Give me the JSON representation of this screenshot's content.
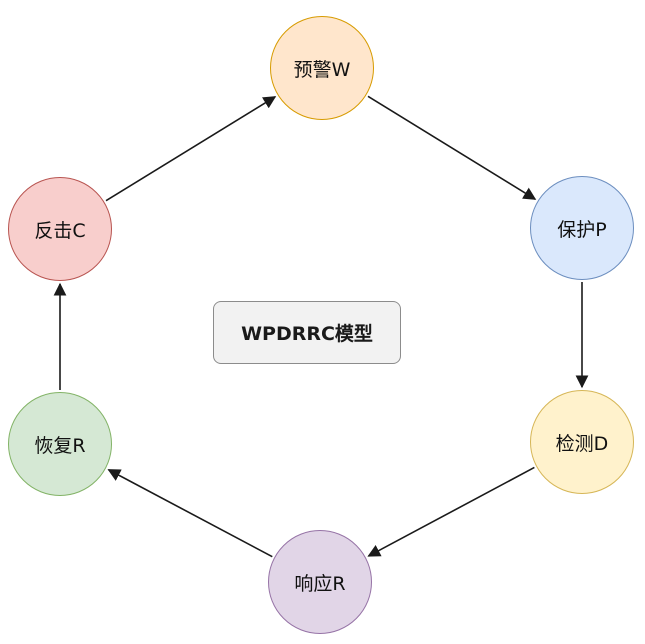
{
  "diagram": {
    "center_label": "WPDRRC模型",
    "nodes": [
      {
        "id": "warning",
        "label": "预警W",
        "fill": "#ffe6cc",
        "stroke": "#d79b00"
      },
      {
        "id": "protect",
        "label": "保护P",
        "fill": "#dae8fc",
        "stroke": "#6c8ebf"
      },
      {
        "id": "detect",
        "label": "检测D",
        "fill": "#fff2cc",
        "stroke": "#d6b656"
      },
      {
        "id": "respond",
        "label": "响应R",
        "fill": "#e1d5e7",
        "stroke": "#9673a6"
      },
      {
        "id": "recover",
        "label": "恢复R",
        "fill": "#d5e8d4",
        "stroke": "#82b366"
      },
      {
        "id": "counter",
        "label": "反击C",
        "fill": "#f8cecc",
        "stroke": "#b85450"
      }
    ],
    "edges": [
      {
        "from": "warning",
        "to": "protect"
      },
      {
        "from": "protect",
        "to": "detect"
      },
      {
        "from": "detect",
        "to": "respond"
      },
      {
        "from": "respond",
        "to": "recover"
      },
      {
        "from": "recover",
        "to": "counter"
      },
      {
        "from": "counter",
        "to": "warning"
      }
    ],
    "edge_color": "#1a1a1a"
  }
}
